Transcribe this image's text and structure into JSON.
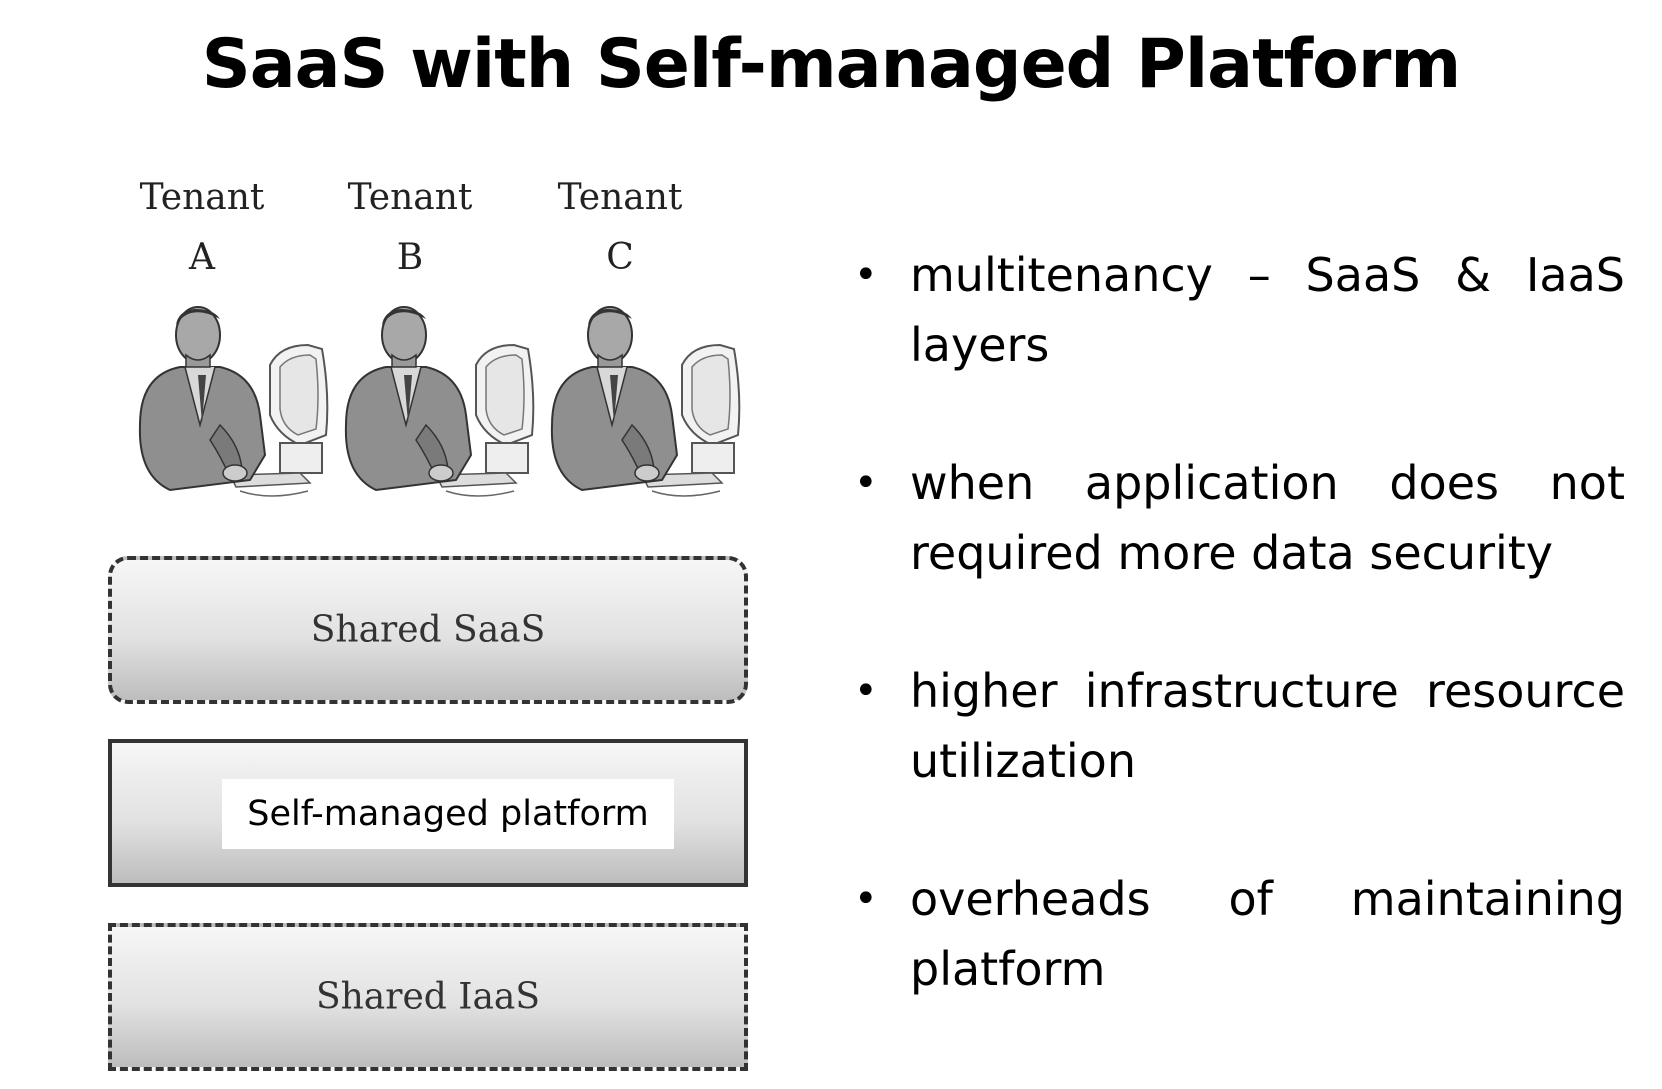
{
  "title": "SaaS with Self-managed Platform",
  "tenants": [
    {
      "label": "Tenant",
      "letter": "A"
    },
    {
      "label": "Tenant",
      "letter": "B"
    },
    {
      "label": "Tenant",
      "letter": "C"
    }
  ],
  "layers": {
    "saas": "Shared SaaS",
    "platform": "Self-managed platform",
    "iaas": "Shared IaaS"
  },
  "bullets": [
    "multitenancy – SaaS & IaaS layers",
    "when application does not required more data security",
    "higher infrastructure resource utilization",
    "overheads of maintaining platform"
  ],
  "bullet_symbol": "•"
}
